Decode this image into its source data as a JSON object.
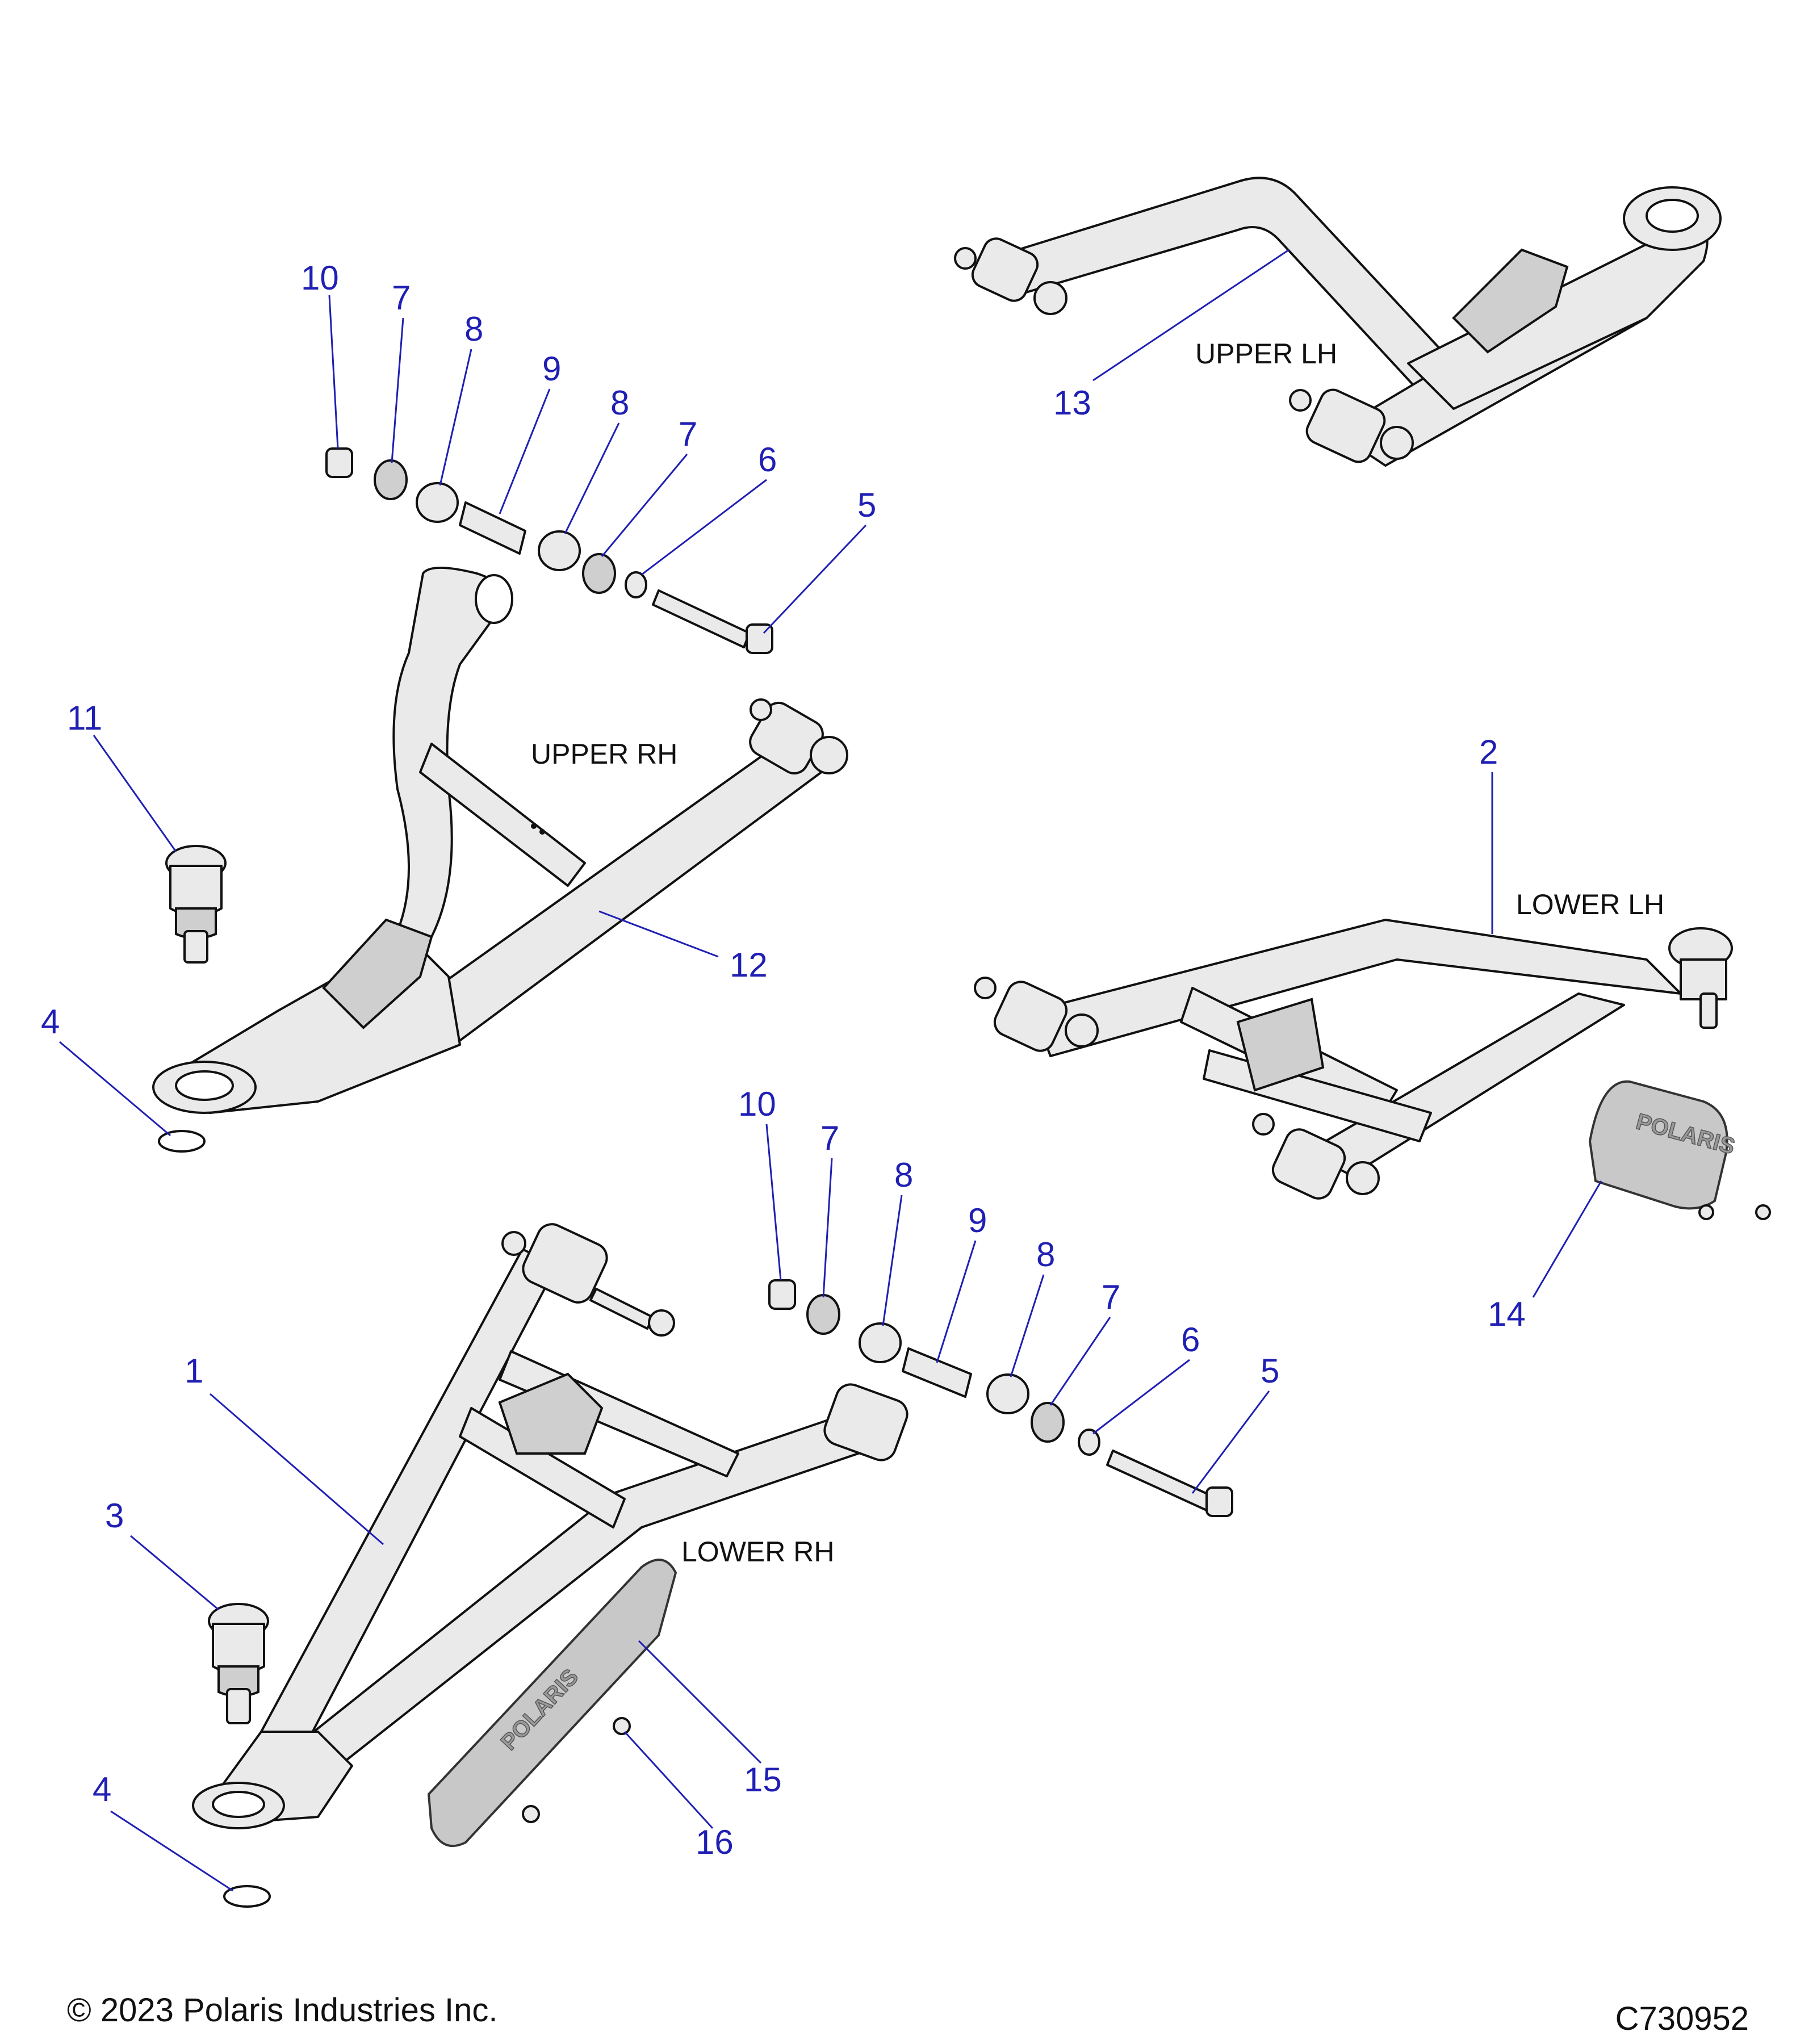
{
  "assembly_labels": {
    "upper_lh": "UPPER LH",
    "upper_rh": "UPPER RH",
    "lower_lh": "LOWER LH",
    "lower_rh": "LOWER RH"
  },
  "callouts": {
    "upper_rh_hardware": [
      "10",
      "7",
      "8",
      "9",
      "8",
      "7",
      "6",
      "5"
    ],
    "lower_rh_hardware": [
      "10",
      "7",
      "8",
      "9",
      "8",
      "7",
      "6",
      "5"
    ],
    "c1": "1",
    "c2": "2",
    "c3": "3",
    "c4a": "4",
    "c4b": "4",
    "c11": "11",
    "c12": "12",
    "c13": "13",
    "c14": "14",
    "c15": "15",
    "c16": "16"
  },
  "shield_brand": "POLARIS",
  "footer": {
    "copyright": "© 2023 Polaris Industries Inc.",
    "drawing_number": "C730952"
  },
  "colors": {
    "callout": "#1f1fb4",
    "line_art": "#111111"
  }
}
